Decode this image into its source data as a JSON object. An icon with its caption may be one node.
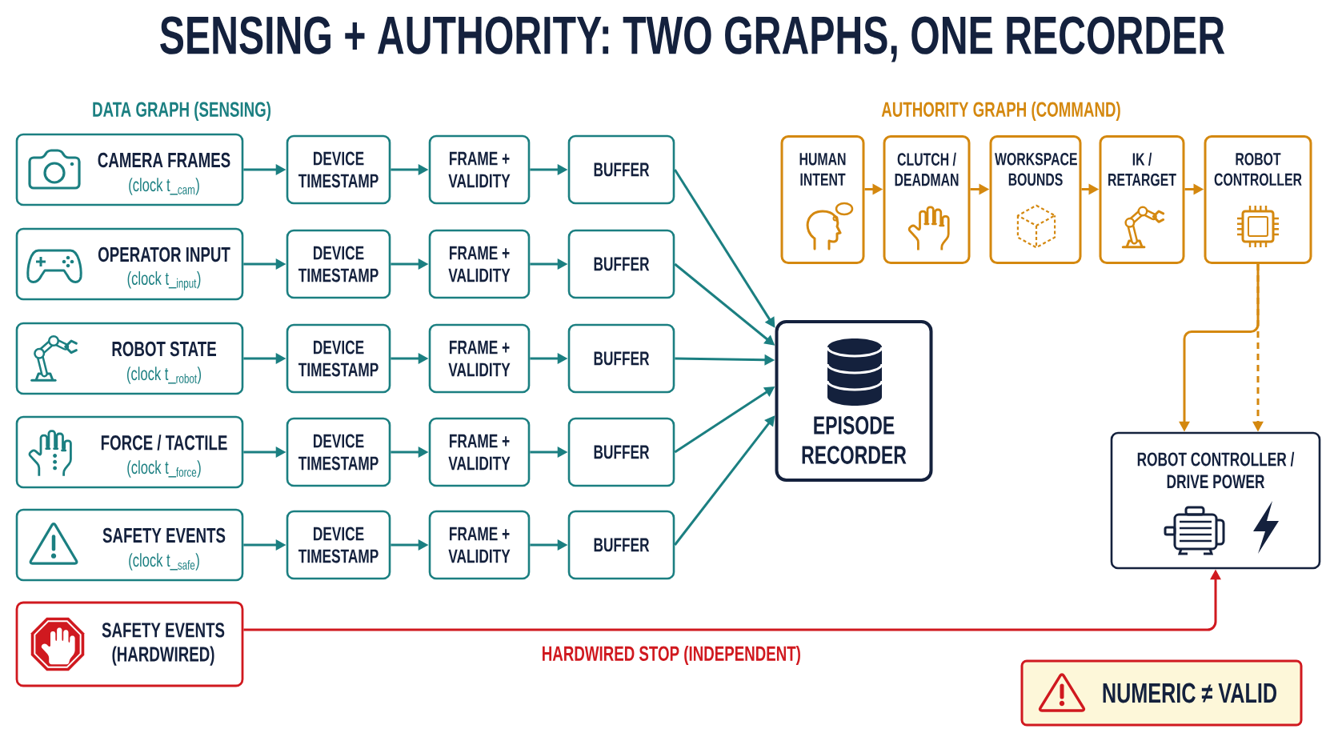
{
  "diagram": {
    "title": "SENSING + AUTHORITY: TWO GRAPHS, ONE RECORDER",
    "nodes": [
      {
        "text": [
          "CAMERA FRAMES",
          "(clock t_$_{cam}$)"
        ]
      },
      {
        "text": [
          "DEVICE TIMESTAMP"
        ]
      },
      {
        "text": [
          "FRAME + VALIDITY"
        ]
      },
      {
        "text": [
          "BUFFER"
        ]
      },
      {
        "text": [
          "OPERATOR INPUT",
          "(clock t_$_{input}$)"
        ]
      },
      {
        "text": [
          "DEVICE TIMESTAMP"
        ]
      },
      {
        "text": [
          "FRAME + VALIDITY"
        ]
      },
      {
        "text": [
          "BUFFER"
        ]
      },
      {
        "text": [
          "ROBOT STATE",
          "(clock t_$_{robot}$)"
        ]
      },
      {
        "text": [
          "DEVICE TIMESTAMP"
        ]
      },
      {
        "text": [
          "FRAME + VALIDITY"
        ]
      },
      {
        "text": [
          "BUFFER"
        ]
      },
      {
        "text": [
          "FORCE / TACTILE",
          "(clock t_$_{force}$)"
        ]
      },
      {
        "text": [
          "DEVICE TIMESTAMP"
        ]
      },
      {
        "text": [
          "FRAME + VALIDITY"
        ]
      },
      {
        "text": [
          "BUFFER"
        ]
      },
      {
        "text": [
          "SAFETY EVENTS",
          "(clock t_$_{safe}$)"
        ]
      },
      {
        "text": [
          "DEVICE TIMESTAMP"
        ]
      },
      {
        "text": [
          "FRAME + VALIDITY"
        ]
      },
      {
        "text": [
          "BUFFER"
        ]
      },
      {
        "text": [
          "SAFETY EVENTS (HARDWIRED)"
        ]
      },
      {
        "text": [
          "EPISODE RECORDER"
        ]
      },
      {
        "text": [
          "HUMAN INTENT"
        ]
      },
      {
        "text": [
          "CLUTCH / DEADMAN"
        ]
      },
      {
        "text": [
          "WORKSPACE BOUNDS"
        ]
      },
      {
        "text": [
          "IK / RETARGET"
        ]
      },
      {
        "text": [
          "ROBOT CONTROLLER"
        ]
      },
      {
        "text": [
          "ROBOT CONTROLLER / DRIVE POWER"
        ]
      },
      {
        "text": [
          "NUMERIC ≠ VALID"
        ]
      }
    ],
    "edges": [
      {
        "from": 0,
        "to": 1,
        "arrow": "to"
      },
      {
        "from": 1,
        "to": 2,
        "arrow": "to"
      },
      {
        "from": 2,
        "to": 3,
        "arrow": "to"
      },
      {
        "from": 3,
        "to": 21,
        "arrow": "to"
      },
      {
        "from": 4,
        "to": 5,
        "arrow": "to"
      },
      {
        "from": 5,
        "to": 6,
        "arrow": "to"
      },
      {
        "from": 6,
        "to": 7,
        "arrow": "to"
      },
      {
        "from": 7,
        "to": 21,
        "arrow": "to"
      },
      {
        "from": 8,
        "to": 9,
        "arrow": "to"
      },
      {
        "from": 9,
        "to": 10,
        "arrow": "to"
      },
      {
        "from": 10,
        "to": 11,
        "arrow": "to"
      },
      {
        "from": 11,
        "to": 21,
        "arrow": "to"
      },
      {
        "from": 12,
        "to": 13,
        "arrow": "to"
      },
      {
        "from": 13,
        "to": 14,
        "arrow": "to"
      },
      {
        "from": 14,
        "to": 15,
        "arrow": "to"
      },
      {
        "from": 15,
        "to": 21,
        "arrow": "to"
      },
      {
        "from": 16,
        "to": 17,
        "arrow": "to"
      },
      {
        "from": 17,
        "to": 18,
        "arrow": "to"
      },
      {
        "from": 18,
        "to": 19,
        "arrow": "to"
      },
      {
        "from": 19,
        "to": 21,
        "arrow": "to"
      },
      {
        "from": 22,
        "to": 23,
        "arrow": "to",
        "color": "#d4880f"
      },
      {
        "from": 23,
        "to": 24,
        "arrow": "to",
        "color": "#d4880f"
      },
      {
        "from": 24,
        "to": 25,
        "arrow": "to",
        "color": "#d4880f"
      },
      {
        "from": 25,
        "to": 26,
        "arrow": "to",
        "color": "#d4880f"
      },
      {
        "from": 26,
        "to": 27,
        "arrow": "to",
        "color": "#d4880f"
      },
      {
        "from": 26,
        "to": 27,
        "arrow": "to",
        "style": "dashed",
        "color": "#d4880f"
      },
      {
        "from": 20,
        "to": 27,
        "arrow": "to",
        "label": "HARDWIRED STOP (INDEPENDENT)",
        "color": "#d0191f"
      }
    ],
    "labels": [
      "DATA GRAPH (SENSING)",
      "AUTHORITY GRAPH (COMMAND)"
    ]
  }
}
